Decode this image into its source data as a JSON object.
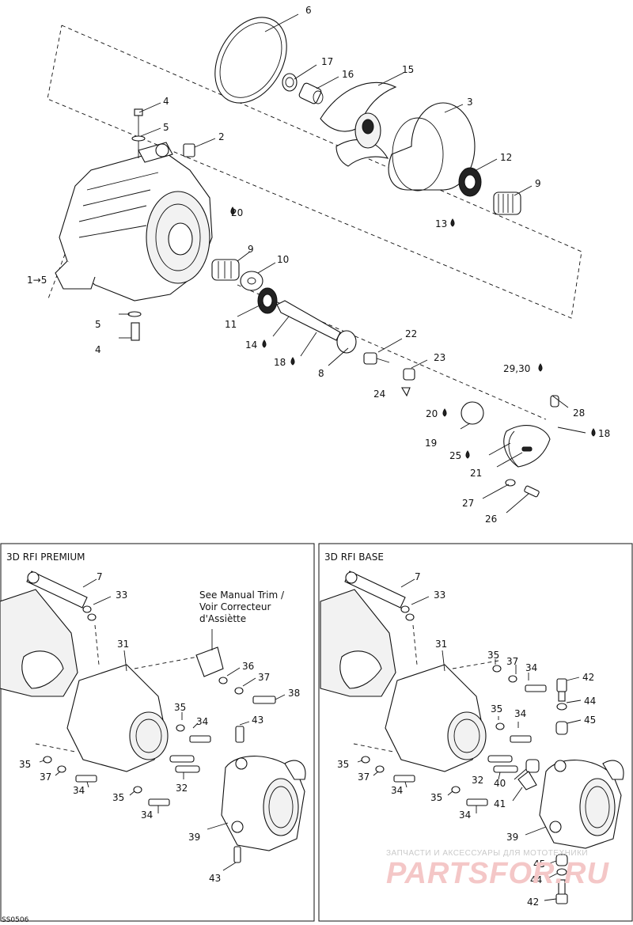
{
  "sections": {
    "left_header": "3D RFI PREMIUM",
    "right_header": "3D RFI BASE"
  },
  "note_lines": [
    "See Manual Trim /",
    "Voir Correcteur",
    "d'Assiètte"
  ],
  "drawing_code": "SS0506",
  "watermark": {
    "line1": "ЗАПЧАСТИ И АКСЕССУАРЫ ДЛЯ МОТОТЕХНИКИ",
    "line2": "PARTSFOR.RU"
  },
  "callouts": {
    "top": [
      "6",
      "17",
      "16",
      "15",
      "3",
      "4",
      "5",
      "2",
      "20",
      "12",
      "9",
      "13",
      "9",
      "10",
      "1→5",
      "5",
      "4",
      "11",
      "14",
      "18",
      "8",
      "22",
      "23",
      "29,30",
      "24",
      "28",
      "20",
      "19",
      "18",
      "25",
      "21",
      "27",
      "26"
    ],
    "left_panel": [
      "7",
      "33",
      "31",
      "36",
      "37",
      "38",
      "43",
      "35",
      "34",
      "35",
      "37",
      "34",
      "35",
      "34",
      "32",
      "39",
      "43"
    ],
    "right_panel": [
      "7",
      "33",
      "31",
      "35",
      "37",
      "34",
      "42",
      "44",
      "35",
      "34",
      "45",
      "35",
      "37",
      "34",
      "35",
      "32",
      "40",
      "34",
      "41",
      "39",
      "45",
      "44",
      "42"
    ]
  },
  "colors": {
    "line": "#111111",
    "watermark_red": "#f4c7c7",
    "watermark_gray": "#c9c9c9"
  }
}
